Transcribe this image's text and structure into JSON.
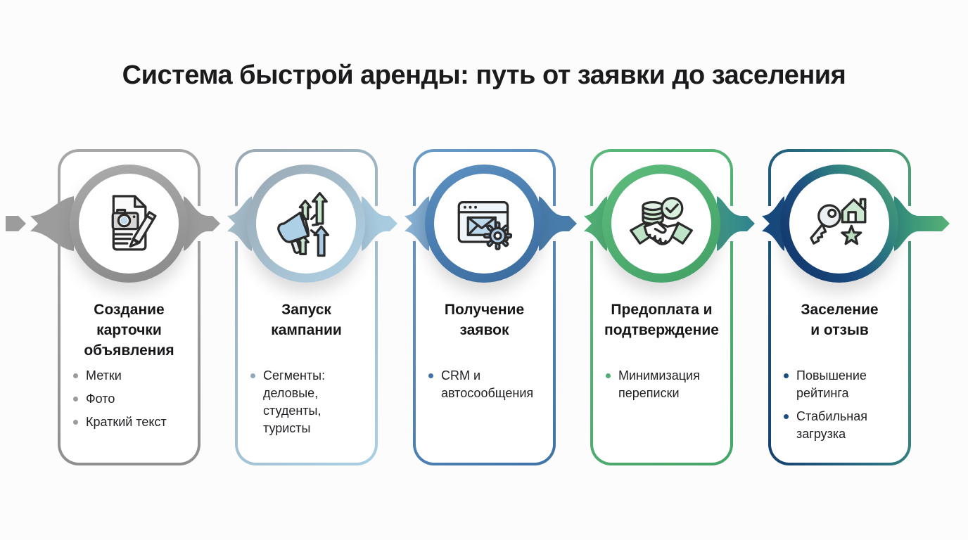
{
  "page_title": "Система быстрой аренды: путь от заявки до заселения",
  "colors": {
    "background": "#fcfcfc",
    "title_text": "#1b1b1d",
    "step1_gray": "#9c9c9c",
    "step2_lightblue": "#a9cde2",
    "step3_blue": "#487cab",
    "step4_green": "#56b274",
    "step5_navy": "#17497e",
    "arrow_end_green": "#58b175"
  },
  "steps": [
    {
      "title": "Создание\nкарточки\nобъявления",
      "bullets": [
        "Метки",
        "Фото",
        "Краткий текст"
      ],
      "icon": "document-camera-pencil-icon"
    },
    {
      "title": "Запуск\nкампании",
      "bullets": [
        "Сегменты: деловые, студенты, туристы"
      ],
      "icon": "megaphone-growth-arrows-icon"
    },
    {
      "title": "Получение\nзаявок",
      "bullets": [
        "CRM и автосообщения"
      ],
      "icon": "browser-mail-gear-icon"
    },
    {
      "title": "Предоплата и\nподтверждение",
      "bullets": [
        "Минимизация переписки"
      ],
      "icon": "handshake-coins-check-icon"
    },
    {
      "title": "Заселение\nи отзыв",
      "bullets": [
        "Повышение рейтинга",
        "Стабильная загрузка"
      ],
      "icon": "key-house-star-icon"
    }
  ]
}
